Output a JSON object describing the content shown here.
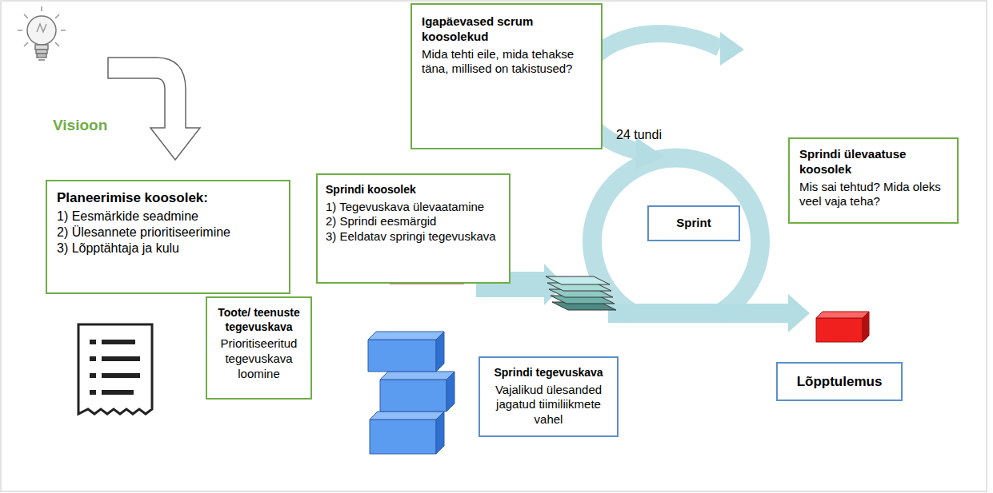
{
  "diagram": {
    "nodes": [
      {
        "text": [
          "Planeerimise koosolek:",
          "1) Eesmärkide seadmine",
          "2) Ülesannete prioritiseerimine",
          "3) Lõpptähtaja ja kulu"
        ]
      },
      {
        "text": [
          "Sprindi koosolek",
          "1) Tegevuskava ülevaatamine",
          "2) Sprindi eesmärgid",
          "3) Eeldatav springi tegevuskava"
        ]
      },
      {
        "text": [
          "Igapäevased scrum koosolekud",
          "Mida tehti eile, mida tehakse täna, millised on takistused?"
        ]
      },
      {
        "text": [
          "Sprint"
        ]
      },
      {
        "text": [
          "Sprindi ülevaatuse koosolek",
          "Mis sai tehtud? Mida oleks veel vaja teha?"
        ]
      },
      {
        "text": [
          "Toote/ teenuste tegevuskava",
          "Prioritiseeritud tegevuskava loomine"
        ]
      },
      {
        "text": [
          "Sprindi tegevuskava",
          "Vajalikud ülesanded jagatud tiimiliikmete vahel"
        ]
      },
      {
        "text": [
          "Lõpptulemus"
        ]
      }
    ],
    "labels": [
      "Visioon",
      "24 tundi"
    ]
  }
}
